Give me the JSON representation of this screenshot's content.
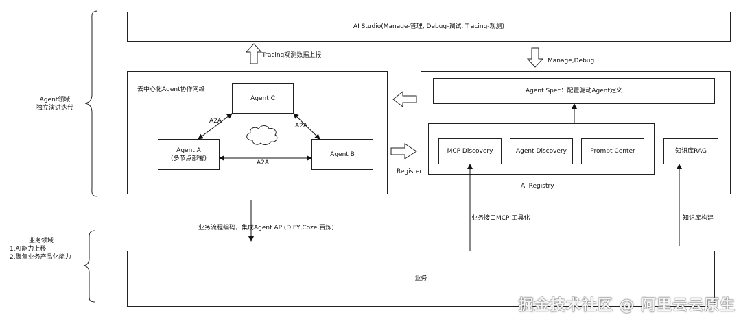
{
  "studio": {
    "label": "AI Studio(Manage-管理, Debug-调试, Tracing-观测)"
  },
  "arrows": {
    "tracing_label": "Tracing观测数据上报",
    "manage_label": "Manage,Debug",
    "register_label": "Register",
    "business_flow_label": "业务流程编码，集成Agent API(DIFY,Coze,百炼)",
    "mcp_tool_label": "业务接口MCP 工具化",
    "kb_build_label": "知识库构建"
  },
  "left_labels": {
    "agent_domain": [
      "Agent领域",
      "独立演进迭代"
    ],
    "business_domain": [
      "业务领域",
      "1.AI能力上移",
      "2.聚焦业务产品化能力"
    ]
  },
  "network": {
    "title": "去中心化Agent协作网络",
    "agent_a": [
      "Agent A",
      "(多节点部署)"
    ],
    "agent_b": "Agent B",
    "agent_c": "Agent C",
    "a2a_ac": "A2A",
    "a2a_cb": "A2A",
    "a2a_ab": "A2A"
  },
  "registry": {
    "agent_spec": "Agent Spec：配置驱动Agent定义",
    "mcp_discovery": "MCP Discovery",
    "agent_discovery": "Agent Discovery",
    "prompt_center": "Prompt Center",
    "knowledge_rag": "知识库RAG",
    "ai_registry": "AI Registry"
  },
  "business": {
    "label": "业务"
  },
  "watermark": "掘金技术社区 @ 阿里云云原生"
}
